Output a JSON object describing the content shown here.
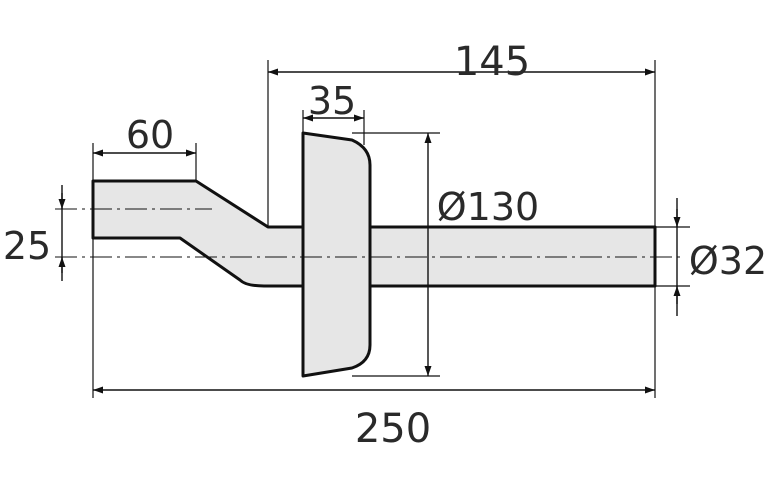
{
  "dimensions": {
    "total_length": "250",
    "outlet_length": "145",
    "flange_width": "35",
    "inlet_length": "60",
    "offset": "25",
    "flange_diameter": "Ø130",
    "pipe_diameter": "Ø32"
  }
}
